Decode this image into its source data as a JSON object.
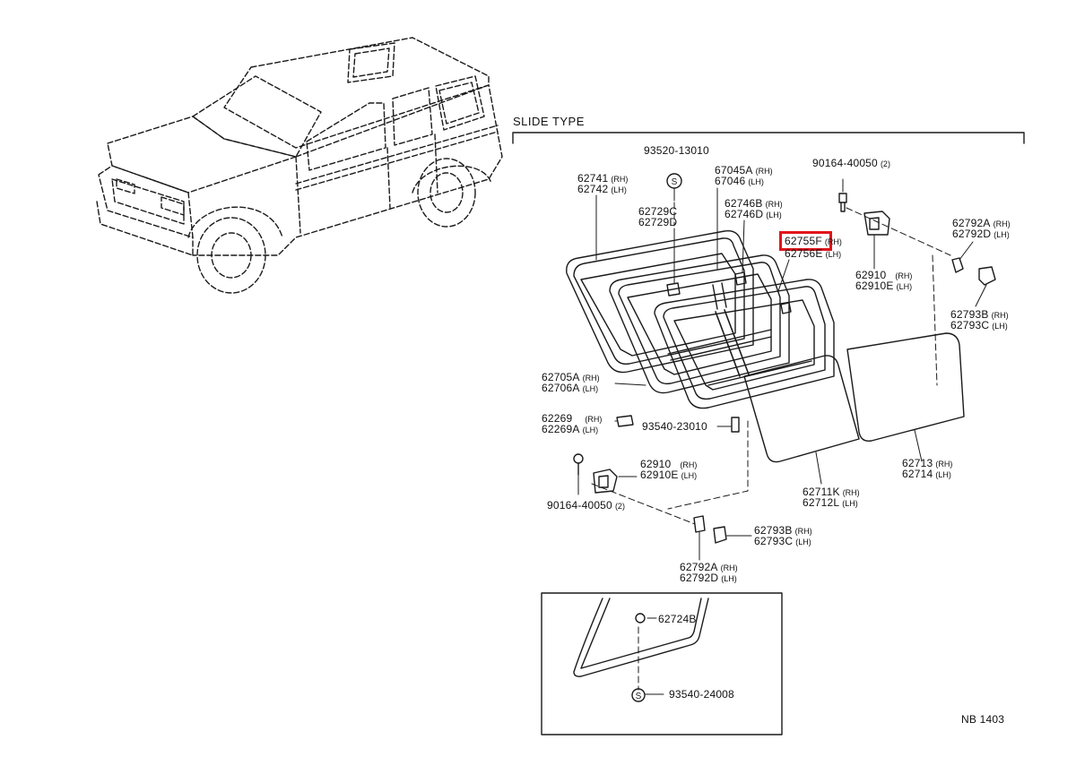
{
  "heading": "SLIDE TYPE",
  "footer_code": "NB 1403",
  "highlight_color": "#e0141b",
  "highlighted_part": "62755F",
  "parts": {
    "p62741": {
      "number": "62741",
      "side": "(RH)"
    },
    "p62742": {
      "number": "62742",
      "side": "(LH)"
    },
    "p93520": {
      "number": "93520-13010"
    },
    "p62729C": {
      "number": "62729C"
    },
    "p62729D": {
      "number": "62729D"
    },
    "p67045A": {
      "number": "67045A",
      "side": "(RH)"
    },
    "p67046": {
      "number": "67046",
      "side": "(LH)"
    },
    "p62746B": {
      "number": "62746B",
      "side": "(RH)"
    },
    "p62746D": {
      "number": "62746D",
      "side": "(LH)"
    },
    "p90164_top": {
      "number": "90164-40050",
      "qty": "(2)"
    },
    "p62755F": {
      "number": "62755F",
      "side": "(RH)"
    },
    "p62756E": {
      "number": "62756E",
      "side": "(LH)"
    },
    "p62792A_top": {
      "number": "62792A",
      "side": "(RH)"
    },
    "p62792D_top": {
      "number": "62792D",
      "side": "(LH)"
    },
    "p62910_top": {
      "number": "62910",
      "side": "(RH)"
    },
    "p62910E_top": {
      "number": "62910E",
      "side": "(LH)"
    },
    "p62793B_top": {
      "number": "62793B",
      "side": "(RH)"
    },
    "p62793C_top": {
      "number": "62793C",
      "side": "(LH)"
    },
    "p62705A": {
      "number": "62705A",
      "side": "(RH)"
    },
    "p62706A": {
      "number": "62706A",
      "side": "(LH)"
    },
    "p62269": {
      "number": "62269",
      "side": "(RH)"
    },
    "p62269A": {
      "number": "62269A",
      "side": "(LH)"
    },
    "p93540_23010": {
      "number": "93540-23010"
    },
    "p62713": {
      "number": "62713",
      "side": "(RH)"
    },
    "p62714": {
      "number": "62714",
      "side": "(LH)"
    },
    "p62910_bot": {
      "number": "62910",
      "side": "(RH)"
    },
    "p62910E_bot": {
      "number": "62910E",
      "side": "(LH)"
    },
    "p62711K": {
      "number": "62711K",
      "side": "(RH)"
    },
    "p62712L": {
      "number": "62712L",
      "side": "(LH)"
    },
    "p90164_bot": {
      "number": "90164-40050",
      "qty": "(2)"
    },
    "p62793B_bot": {
      "number": "62793B",
      "side": "(RH)"
    },
    "p62793C_bot": {
      "number": "62793C",
      "side": "(LH)"
    },
    "p62792A_bot": {
      "number": "62792A",
      "side": "(RH)"
    },
    "p62792D_bot": {
      "number": "62792D",
      "side": "(LH)"
    },
    "p62724B": {
      "number": "62724B"
    },
    "p93540_24008": {
      "number": "93540-24008"
    }
  }
}
